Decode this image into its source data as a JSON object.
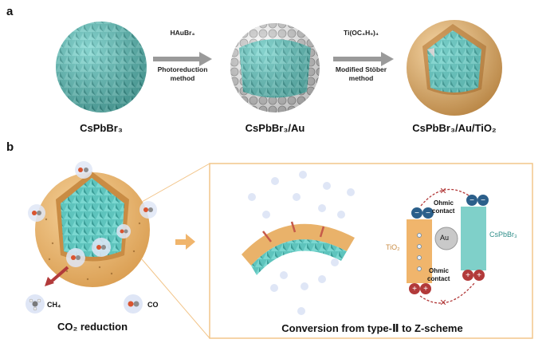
{
  "panels": {
    "a": "a",
    "b": "b"
  },
  "panel_a": {
    "sphere1_label": "CsPbBr₃",
    "arrow1_top": "HAuBr₄",
    "arrow1_bottom_1": "Photoreduction",
    "arrow1_bottom_2": "method",
    "sphere2_label": "CsPbBr₃/Au",
    "arrow2_top": "Ti(OC₄H₉)₄",
    "arrow2_bottom_1": "Modified Stöber",
    "arrow2_bottom_2": "method",
    "sphere3_label": "CsPbBr₃/Au/TiO₂"
  },
  "panel_b": {
    "left_caption": "CO₂ reduction",
    "product_ch4": "CH₄",
    "product_co": "CO",
    "right_caption": "Conversion from type-Ⅱ to Z-scheme",
    "tio2_label": "TiO₂",
    "cspbbr3_label": "CsPbBr₃",
    "au_label": "Au",
    "ohmic_top_1": "Ohmic",
    "ohmic_top_2": "contact",
    "ohmic_bottom_1": "Ohmic",
    "ohmic_bottom_2": "contact"
  },
  "colors": {
    "teal": "#5ec4bd",
    "teal_dark": "#2f8e89",
    "shell_orange": "#e9b26a",
    "au_gray": "#c9c9c9",
    "arrow_gray": "#9a9a9a",
    "frame": "#f2c58a",
    "minus_blue": "#2b5f8a",
    "plus_red": "#b23a3a"
  }
}
